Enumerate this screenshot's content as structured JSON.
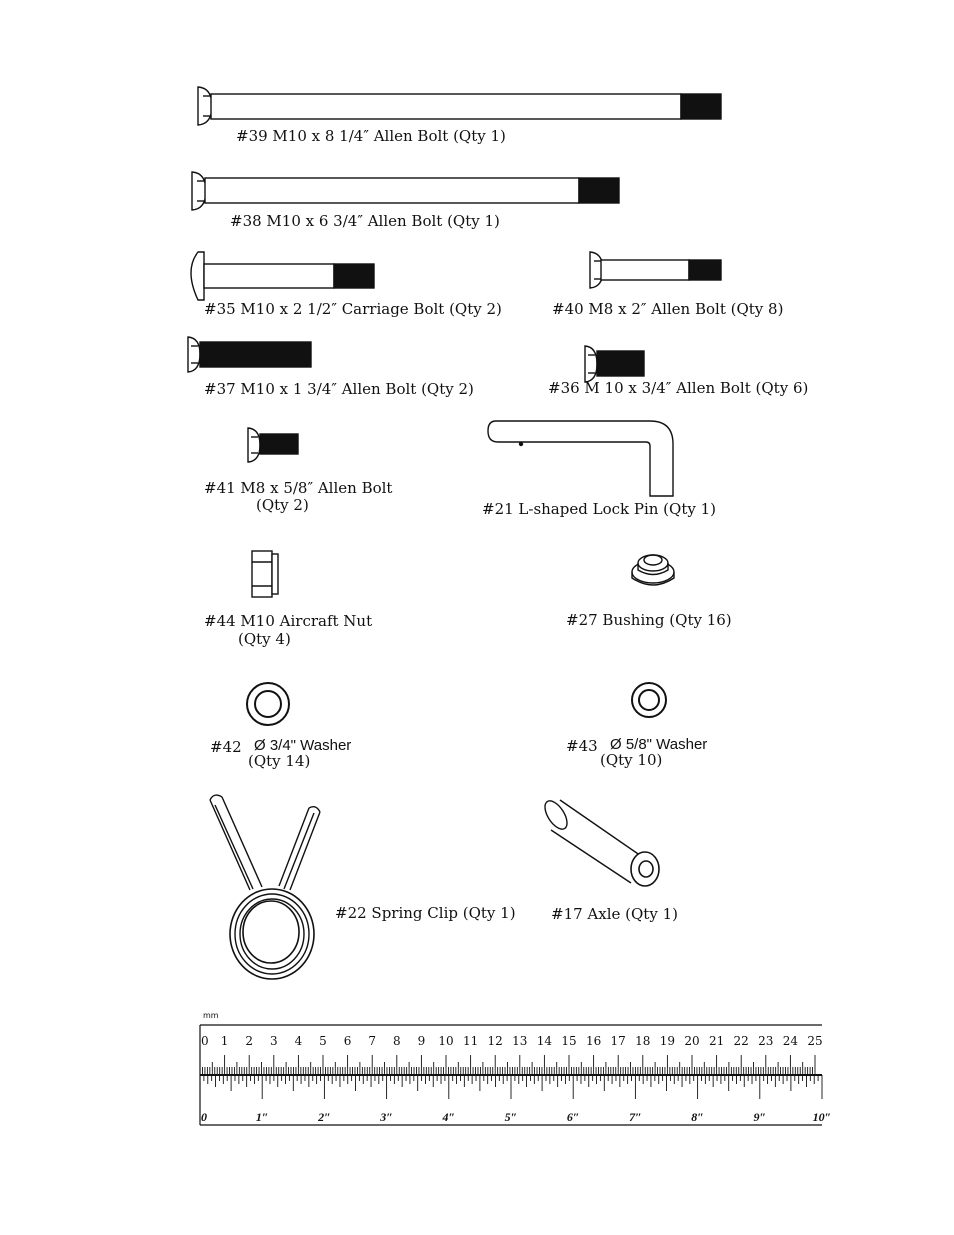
{
  "parts": [
    {
      "id": "p39",
      "label": "#39 M10 x 8 1/4″ Allen Bolt (Qty 1)"
    },
    {
      "id": "p38",
      "label": "#38 M10 x 6 3/4″ Allen Bolt (Qty 1)"
    },
    {
      "id": "p35",
      "label": "#35 M10 x 2 1/2″ Carriage Bolt (Qty 2)"
    },
    {
      "id": "p40",
      "label": "#40 M8 x 2″ Allen Bolt (Qty 8)"
    },
    {
      "id": "p37",
      "label": "#37 M10 x 1 3/4″ Allen Bolt (Qty 2)"
    },
    {
      "id": "p36",
      "label": "#36 M 10 x 3/4″ Allen Bolt (Qty 6)"
    },
    {
      "id": "p41",
      "label": "#41 M8 x 5/8″ Allen Bolt",
      "qty": "(Qty 2)"
    },
    {
      "id": "p21",
      "label": "#21 L-shaped Lock Pin (Qty 1)"
    },
    {
      "id": "p44",
      "label": "#44 M10 Aircraft Nut",
      "qty": "(Qty 4)"
    },
    {
      "id": "p27",
      "label": "#27 Bushing (Qty 16)"
    },
    {
      "id": "p42",
      "label": "#42",
      "desc": "Ø 3/4\" Washer",
      "qty": "(Qty 14)"
    },
    {
      "id": "p43",
      "label": "#43",
      "desc": "Ø 5/8\" Washer",
      "qty": "(Qty 10)"
    },
    {
      "id": "p22",
      "label": "#22 Spring Clip (Qty 1)"
    },
    {
      "id": "p17",
      "label": "#17 Axle (Qty 1)"
    }
  ],
  "ruler": {
    "mm_unit": "mm",
    "cm_labels": [
      "0",
      "1",
      "2",
      "3",
      "4",
      "5",
      "6",
      "7",
      "8",
      "9",
      "10",
      "11",
      "12",
      "13",
      "14",
      "15",
      "16",
      "17",
      "18",
      "19",
      "20",
      "21",
      "22",
      "23",
      "24",
      "25"
    ],
    "inch_labels": [
      "0",
      "1″",
      "2″",
      "3″",
      "4″",
      "5″",
      "6″",
      "7″",
      "8″",
      "9″",
      "10″"
    ]
  }
}
